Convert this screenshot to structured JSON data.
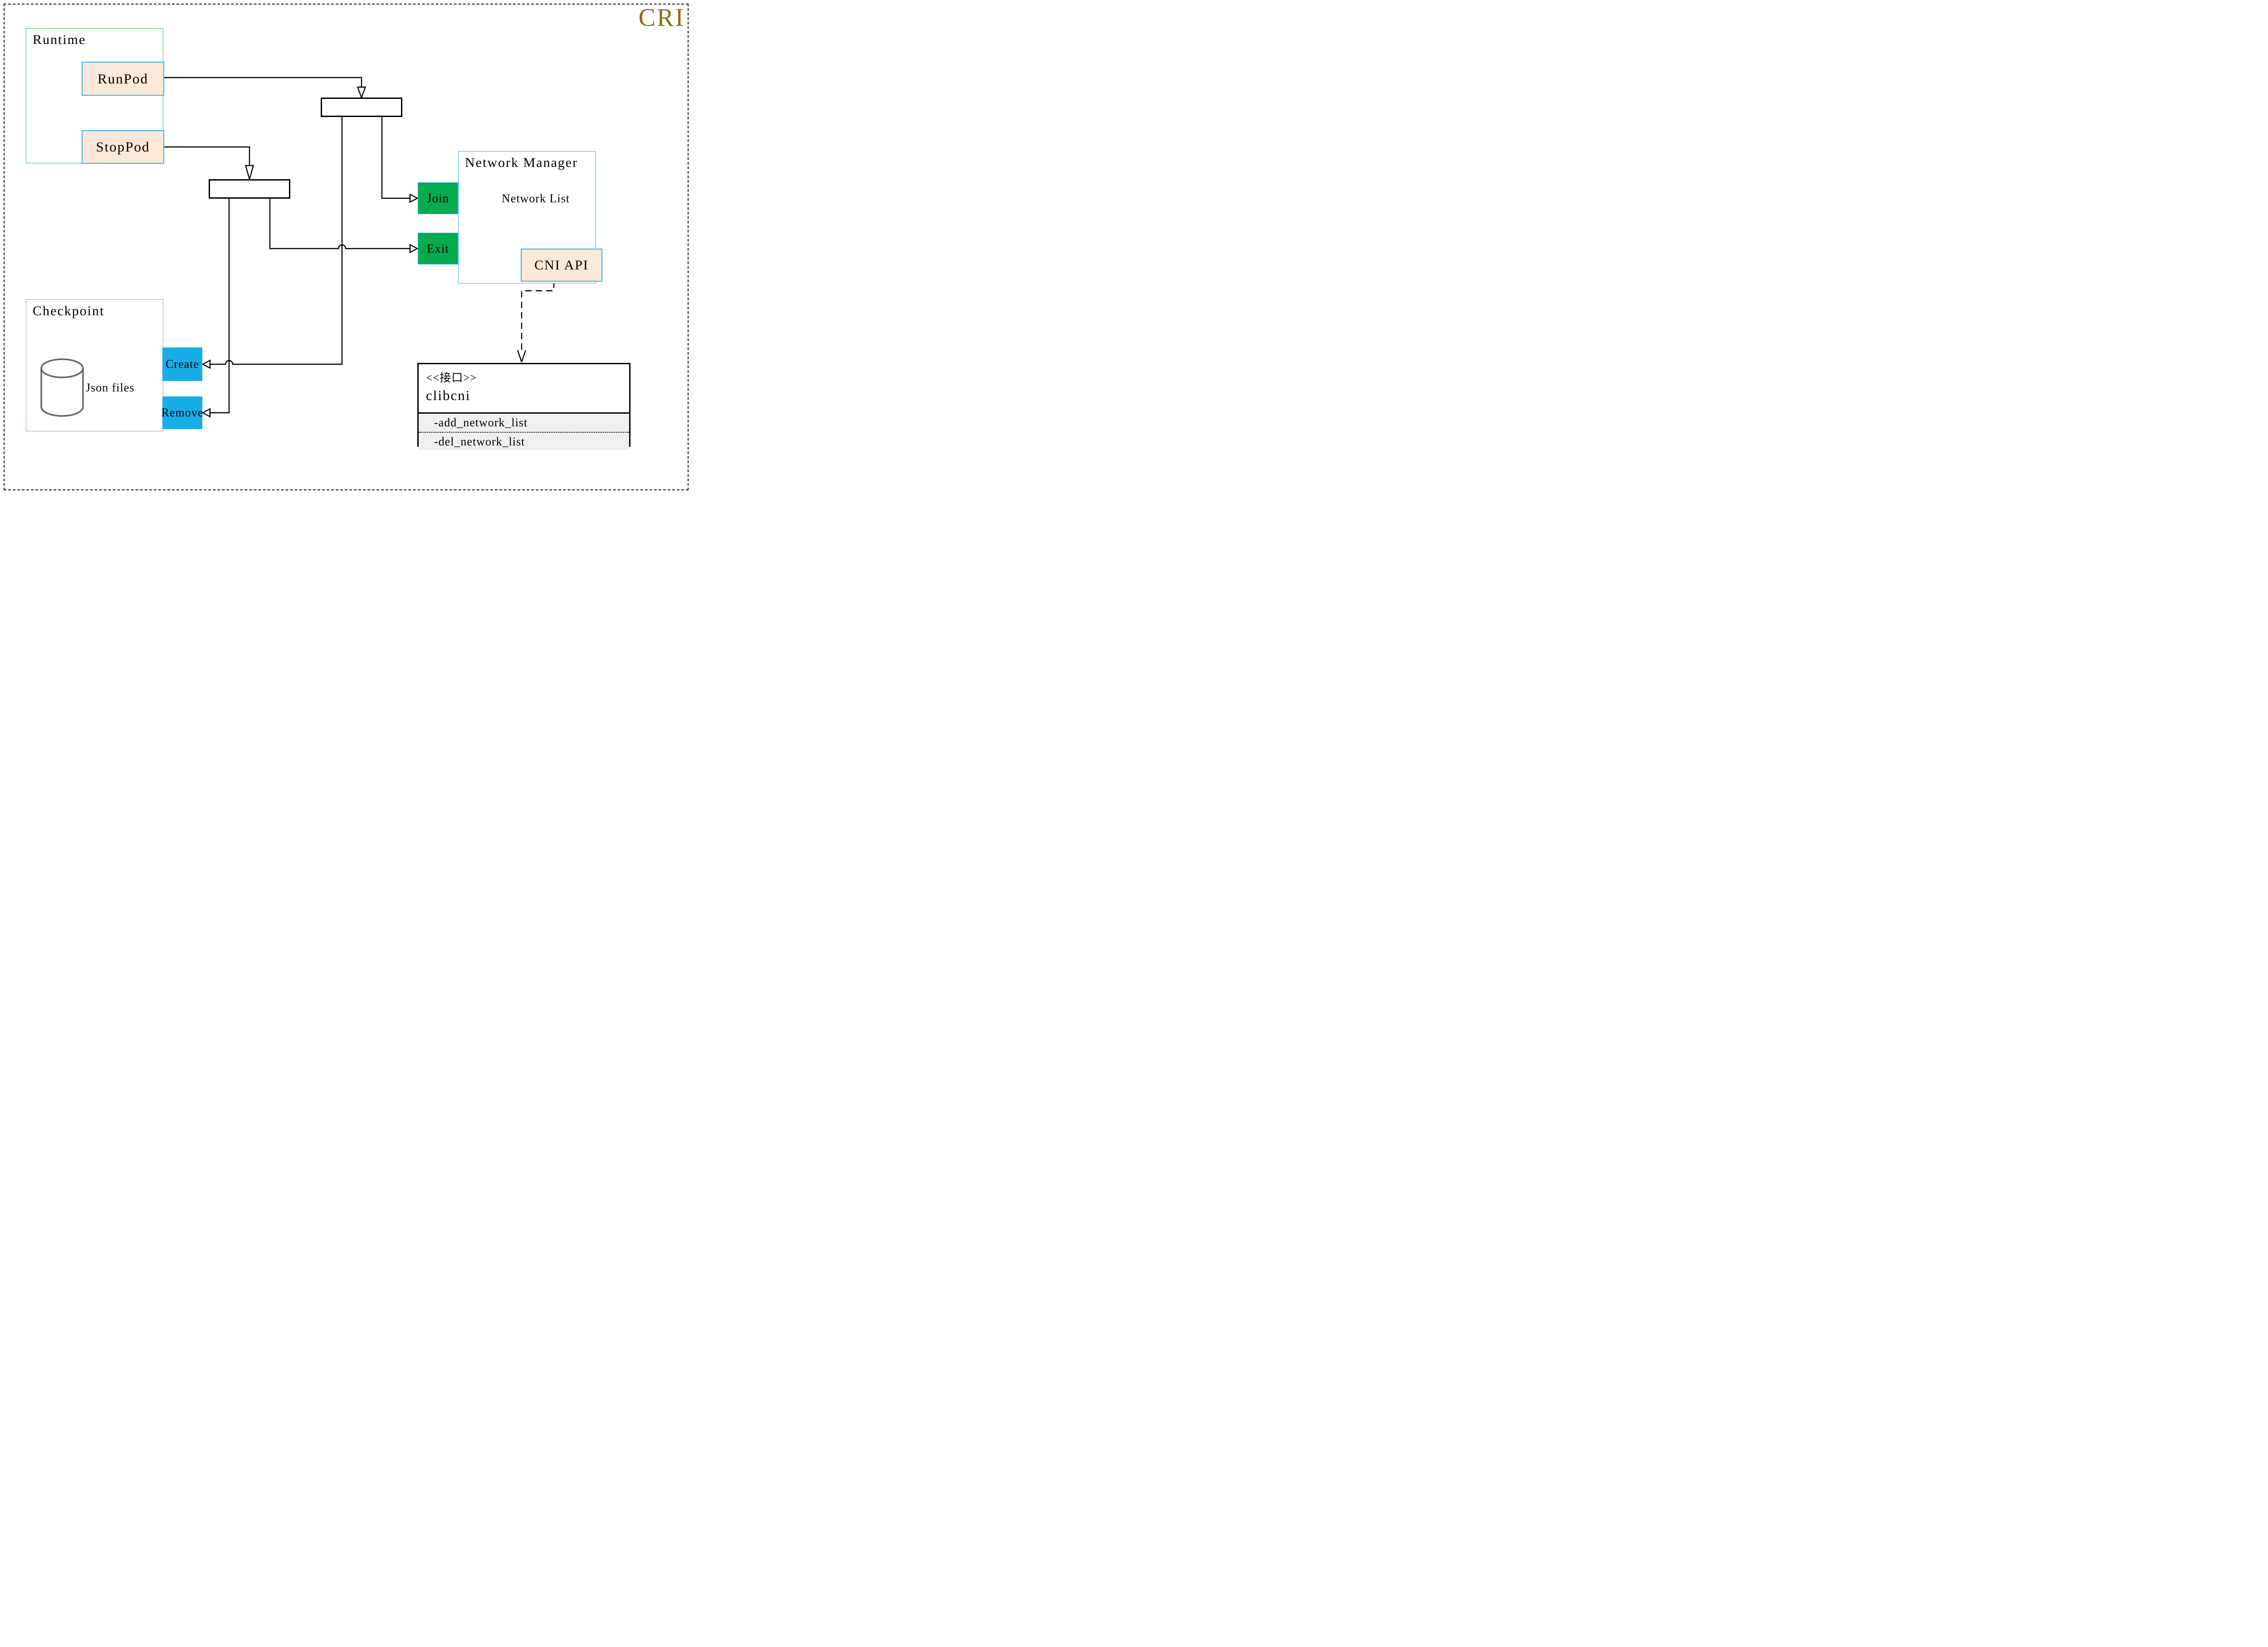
{
  "page": {
    "title": "CRI"
  },
  "colors": {
    "cri_gold": "#8C6D0E",
    "green_border": "#2EB357",
    "blue_border": "#2FB3EA",
    "purple_border": "#9E91C7",
    "peach_fill": "#FBE8D9",
    "green_fill": "#04AC4E",
    "cyan_fill": "#17AEE8",
    "gray_fill": "#F0F0F0",
    "line_color": "#000000",
    "cylinder_stroke": "#666666"
  },
  "runtime": {
    "title": "Runtime",
    "runpod_label": "RunPod",
    "stoppod_label": "StopPod"
  },
  "network_manager": {
    "title": "Network Manager",
    "db_label": "Network List",
    "join_label": "Join",
    "exit_label": "Exit",
    "cni_api_label": "CNI API"
  },
  "checkpoint": {
    "title": "Checkpoint",
    "db_label": "Json files",
    "create_label": "Create",
    "remove_label": "Remove"
  },
  "clibcni": {
    "stereotype": "<<接口>>",
    "name": "clibcni",
    "methods": [
      {
        "label": "-add_network_list"
      },
      {
        "label": "-del_network_list"
      }
    ]
  }
}
